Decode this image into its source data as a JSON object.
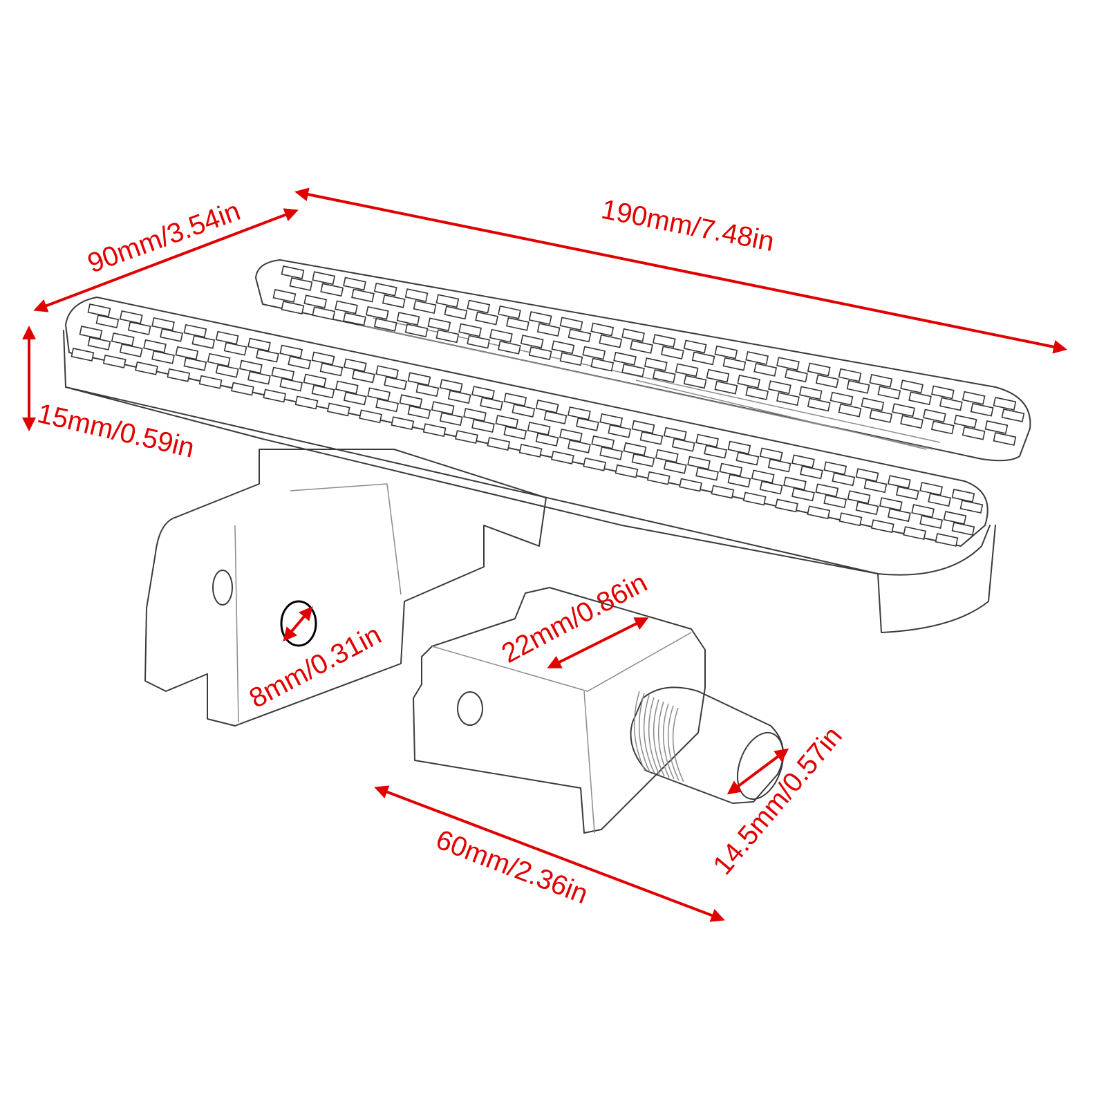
{
  "dimensions": {
    "width": "90mm/3.54in",
    "length": "190mm/7.48in",
    "height": "15mm/0.59in",
    "hole": "8mm/0.31in",
    "mount_width": "22mm/0.86in",
    "mount_length": "60mm/2.36in",
    "shaft_diameter": "14.5mm/0.57in"
  },
  "colors": {
    "dimension": "#e00000",
    "outline": "#333333",
    "background": "#ffffff"
  }
}
